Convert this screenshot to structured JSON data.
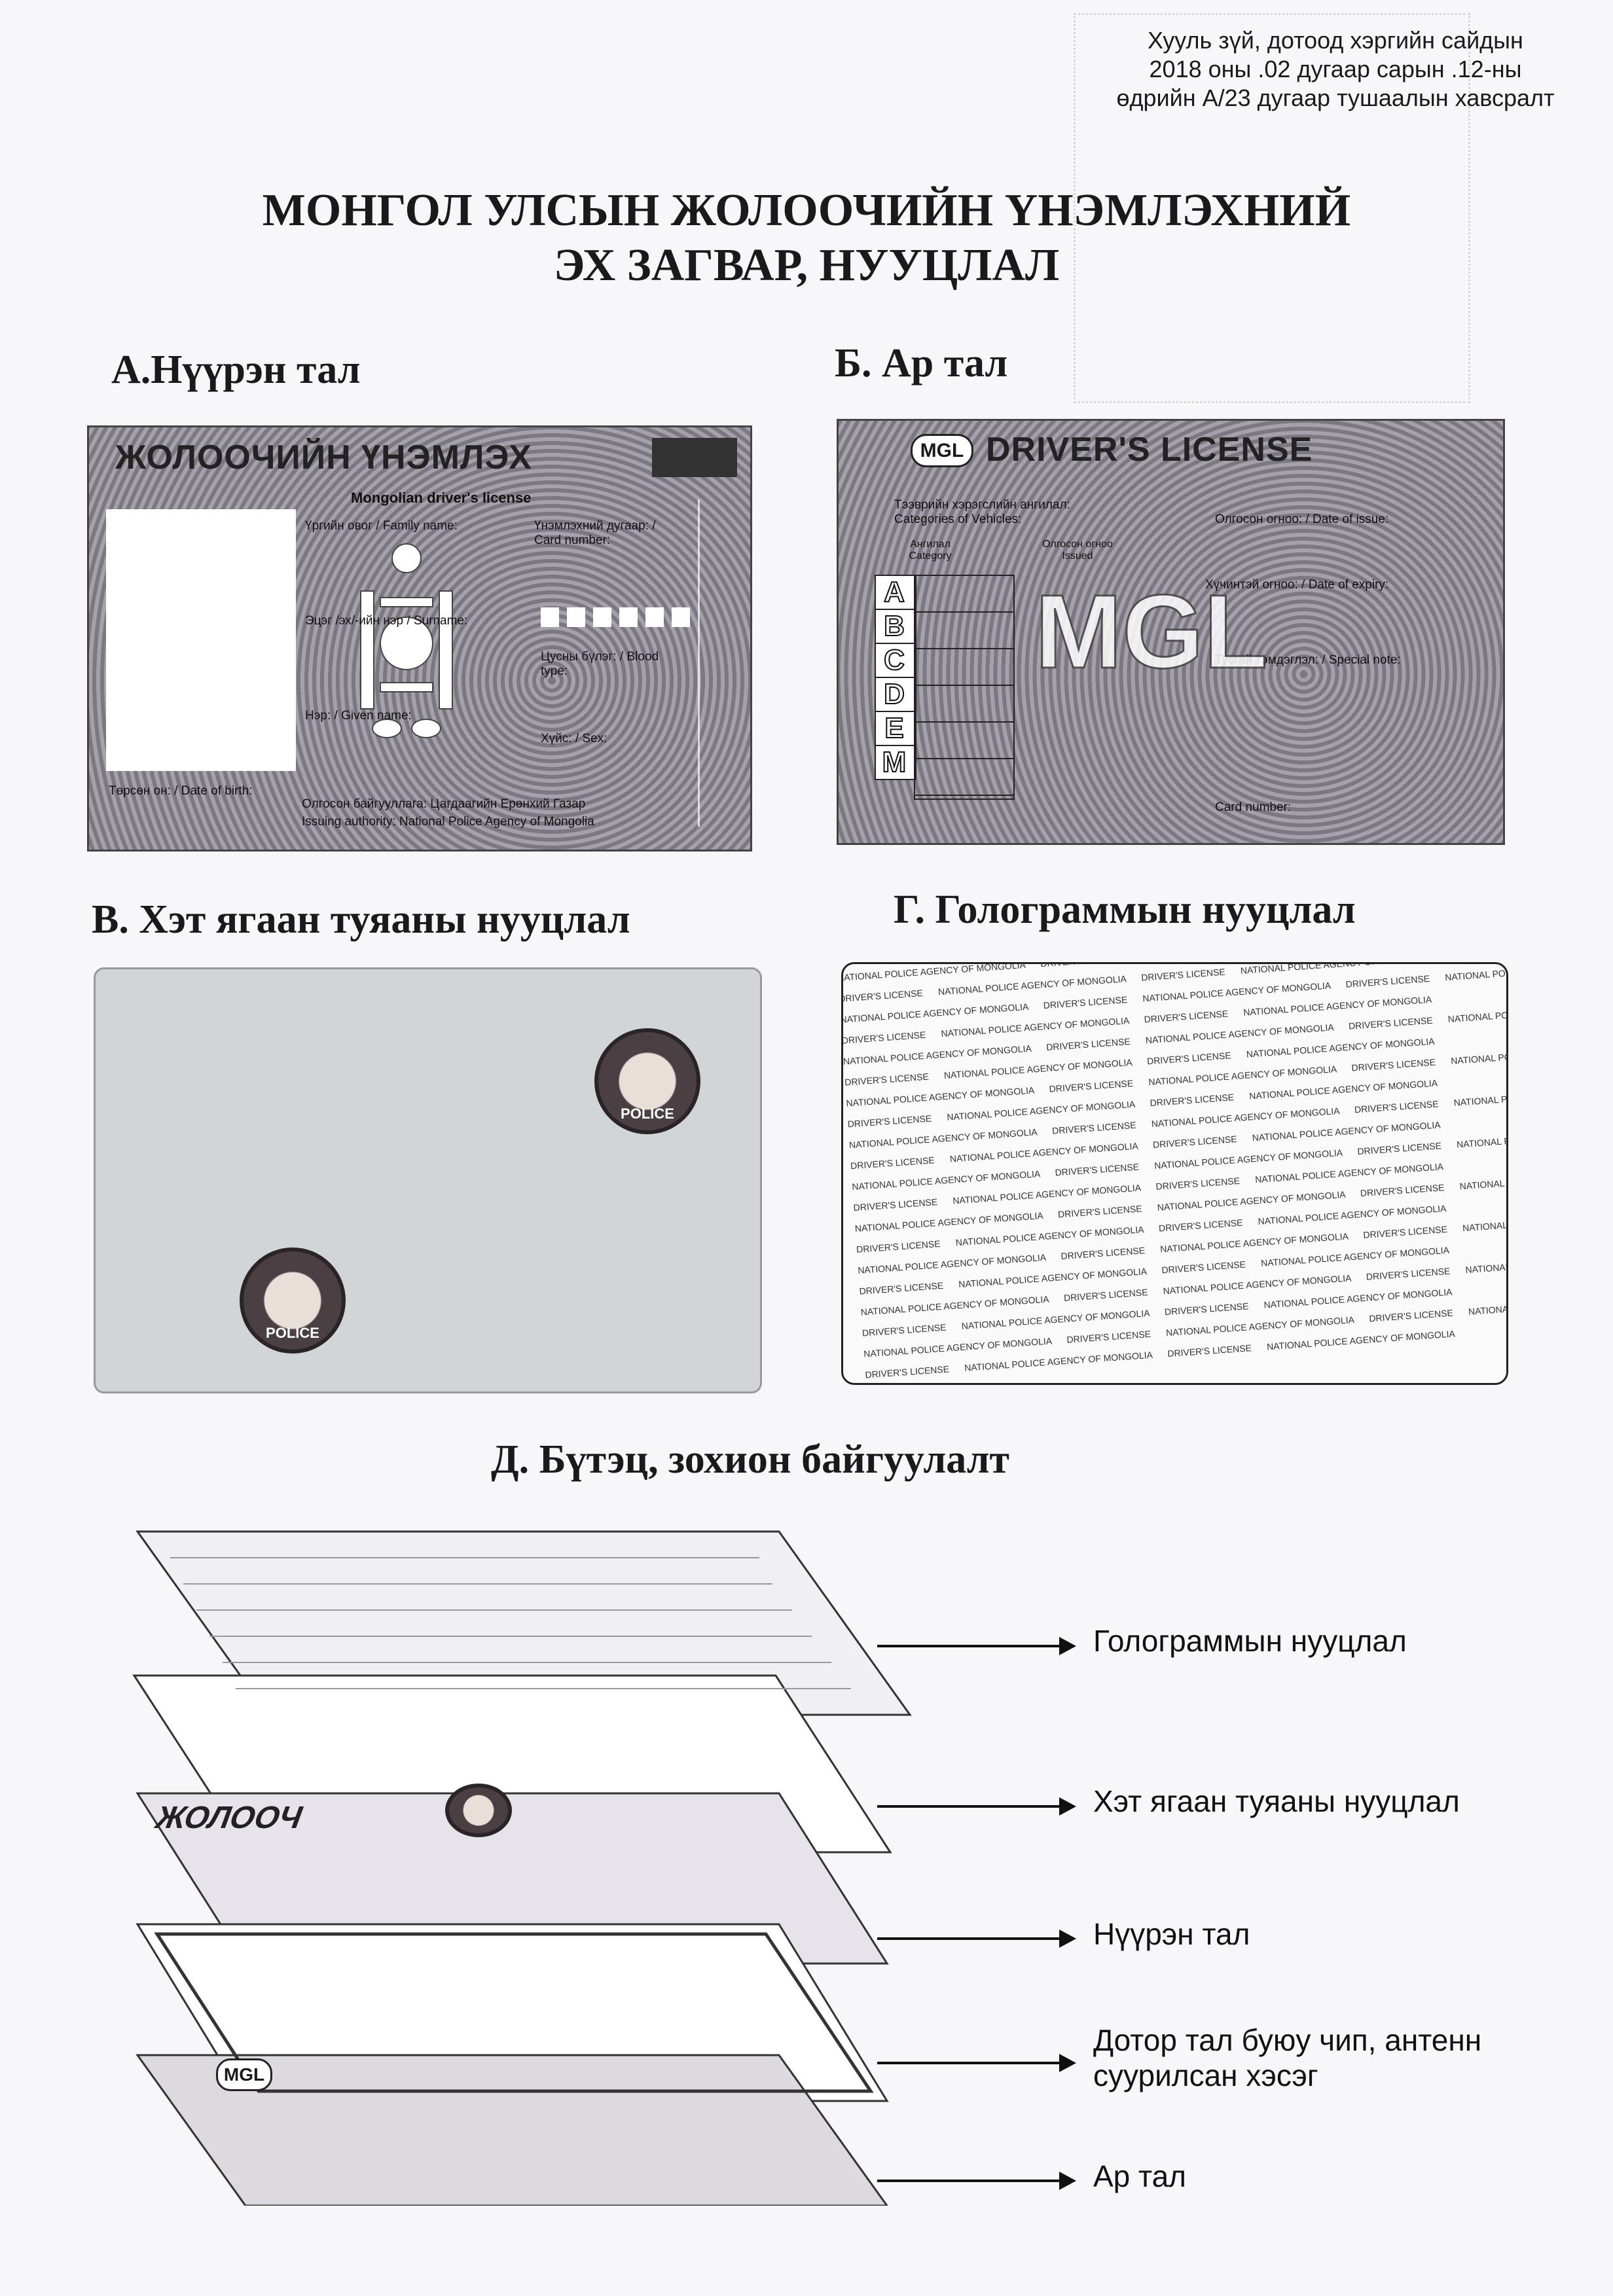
{
  "annex": {
    "line1": "Хууль зүй, дотоод хэргийн сайдын",
    "line2": "2018 оны .02 дугаар сарын .12-ны",
    "line3": "өдрийн А/23 дугаар тушаалын хавсралт"
  },
  "title": {
    "line1": "МОНГОЛ УЛСЫН ЖОЛООЧИЙН ҮНЭМЛЭХНИЙ",
    "line2": "ЭХ ЗАГВАР, НУУЦЛАЛ"
  },
  "sections": {
    "a": "А.Нүүрэн тал",
    "b": "Б. Ар тал",
    "v": "В. Хэт ягаан туяаны нууцлал",
    "g": "Г. Голограммын нууцлал",
    "d": "Д. Бүтэц, зохион байгуулалт"
  },
  "front_card": {
    "title": "ЖОЛООЧИЙН ҮНЭМЛЭХ",
    "subtitle": "Mongolian driver's license",
    "family_name": "Үргийн овог / Family name:",
    "license_no": "Үнэмлэхний дугаар: / Card number:",
    "surname": "Эцэг /эх/-ийн нэр / Surname:",
    "blood_type": "Цусны бүлэг: / Blood type:",
    "given_name": "Нэр: / Given name:",
    "sex": "Хүйс: / Sex:",
    "birth": "Төрсөн он: / Date of birth:",
    "authority_mn": "Олгосон байгууллага: Цагдаагийн Ерөнхий Газар",
    "authority_en": "Issuing authority: National Police Agency of Mongolia"
  },
  "back_card": {
    "badge": "MGL",
    "title": "DRIVER'S LICENSE",
    "categories_mn": "Тээврийн хэрэгслийн ангилал:",
    "categories_en": "Categories of Vehicles:",
    "col_category": "Ангилал Category",
    "col_issued": "Олгосон огноо Issued",
    "date_issue": "Олгосон огноо: / Date of issue:",
    "date_expiry": "Хүчинтэй огноо: / Date of expiry:",
    "special_note": "Тусгай тэмдэглэл: / Special note:",
    "card_number": "Card number:",
    "watermark": "MGL",
    "letters": [
      "A",
      "B",
      "C",
      "D",
      "E",
      "M"
    ]
  },
  "uv": {
    "seal_text": "POLICE"
  },
  "holo": {
    "text_a": "NATIONAL POLICE AGENCY OF MONGOLIA",
    "text_b": "DRIVER'S LICENSE"
  },
  "layers": {
    "l1": "Голограммын нууцлал",
    "l2": "Хэт ягаан туяаны нууцлал",
    "l3": "Нүүрэн тал",
    "l4a": "Дотор тал буюу чип, антенн",
    "l4b": "суурилсан хэсэг",
    "l5": "Ар тал"
  },
  "layer_front_title": "ЖОЛООЧ"
}
